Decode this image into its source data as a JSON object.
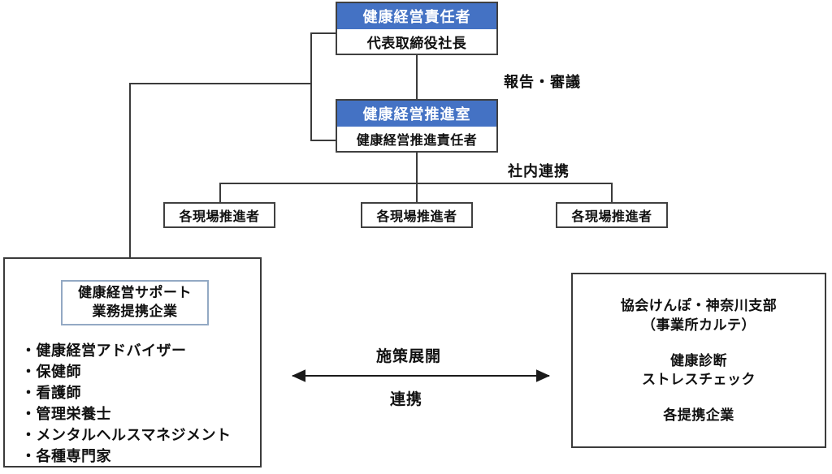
{
  "diagram": {
    "title_blocks": {
      "ceo": {
        "header": "健康経営責任者",
        "body": "代表取締役社長"
      },
      "office": {
        "header": "健康経営推進室",
        "body": "健康経営推進責任者"
      }
    },
    "edge_labels": {
      "report": "報告・審議",
      "internal": "社内連携",
      "policy": "施策展開",
      "cooperation": "連携"
    },
    "promoters": [
      {
        "label": "各現場推進者"
      },
      {
        "label": "各現場推進者"
      },
      {
        "label": "各現場推進者"
      }
    ],
    "support_panel": {
      "inner_title_line1": "健康経営サポート",
      "inner_title_line2": "業務提携企業",
      "bullets": [
        "・健康経営アドバイザー",
        "・保健師",
        "・看護師",
        "・管理栄養士",
        "・メンタルヘルスマネジメント",
        "・各種専門家"
      ]
    },
    "partner_panel": {
      "line1": "協会けんぽ・神奈川支部",
      "line2": "（事業所カルテ）",
      "line3": "健康診断",
      "line4": "ストレスチェック",
      "line5": "各提携企業"
    },
    "colors": {
      "accent_blue": "#4472C4",
      "line": "#3b3b3b",
      "inner_border": "#93a9c4",
      "background": "#ffffff"
    }
  }
}
